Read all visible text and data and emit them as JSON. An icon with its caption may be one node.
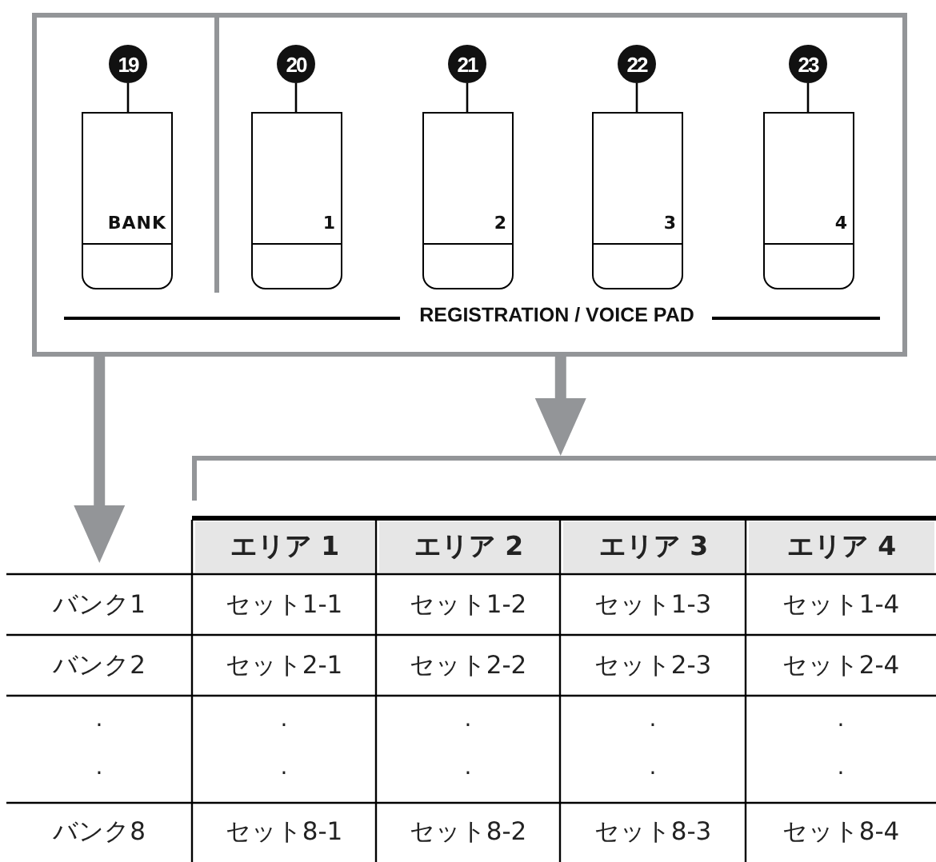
{
  "diagram": {
    "nodes": [
      {
        "text": [
          "REGISTRATION / VOICE PAD"
        ]
      },
      {
        "text": [
          "BANK"
        ],
        "in": 0
      },
      {
        "text": [
          "1"
        ],
        "in": 0
      },
      {
        "text": [
          "2"
        ],
        "in": 0
      },
      {
        "text": [
          "3"
        ],
        "in": 0
      },
      {
        "text": [
          "4"
        ],
        "in": 0
      },
      {
        "text": [
          "19"
        ],
        "in": 0
      },
      {
        "text": [
          "20"
        ],
        "in": 0
      },
      {
        "text": [
          "21"
        ],
        "in": 0
      },
      {
        "text": [
          "22"
        ],
        "in": 0
      },
      {
        "text": [
          "23"
        ],
        "in": 0
      },
      {
        "text": [],
        "shape": "bracket"
      }
    ],
    "edges": [
      {
        "from": 6,
        "to": 1,
        "arrow": "none"
      },
      {
        "from": 7,
        "to": 2,
        "arrow": "none"
      },
      {
        "from": 8,
        "to": 3,
        "arrow": "none"
      },
      {
        "from": 9,
        "to": 4,
        "arrow": "none"
      },
      {
        "from": 10,
        "to": 5,
        "arrow": "none"
      },
      {
        "from": 0,
        "to": null,
        "arrow": "to",
        "style": "thick",
        "color": "#939598"
      },
      {
        "from": 0,
        "to": 11,
        "arrow": "to",
        "style": "thick",
        "color": "#939598"
      }
    ],
    "labels": [
      "エリア 1",
      "エリア 2",
      "エリア 3",
      "エリア 4",
      "バンク1",
      "セット1-1",
      "セット1-2",
      "セット1-3",
      "セット1-4",
      "バンク2",
      "セット2-1",
      "セット2-2",
      "セット2-3",
      "セット2-4",
      "· ·",
      "· ·",
      "· ·",
      "· ·",
      "· ·",
      "バンク8",
      "セット8-1",
      "セット8-2",
      "セット8-3",
      "セット8-4"
    ]
  }
}
